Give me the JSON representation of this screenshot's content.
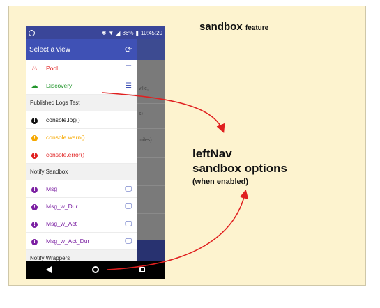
{
  "colors": {
    "accent_red": "#e02020",
    "warn": "#f6a800",
    "purple": "#7b1fa2",
    "green": "#22952c",
    "header": "#3f51b5"
  },
  "slide": {
    "title": "sandbox",
    "title_suffix": "feature",
    "callout": {
      "line1": "leftNav",
      "line2": "sandbox options",
      "line3": "(when enabled)"
    }
  },
  "status_bar": {
    "battery": "86%",
    "time": "10:45:20",
    "icons": [
      "bluetooth-icon",
      "wifi-icon",
      "signal-icon",
      "battery-icon"
    ]
  },
  "drawer": {
    "title": "Select a view",
    "header_icon": "refresh-icon",
    "views": [
      {
        "label": "Pool",
        "icon": "campfire-icon",
        "trail_icon": "tune-icon"
      },
      {
        "label": "Discovery",
        "icon": "cloud-icon",
        "trail_icon": "tune-icon"
      }
    ],
    "sections": [
      {
        "title": "Published Logs Test",
        "items": [
          {
            "label": "console.log()",
            "icon": "alert-circle-icon"
          },
          {
            "label": "console.warn()",
            "icon": "alert-circle-icon"
          },
          {
            "label": "console.error()",
            "icon": "alert-circle-icon"
          }
        ]
      },
      {
        "title": "Notify Sandbox",
        "items": [
          {
            "label": "Msg",
            "icon": "alert-circle-icon",
            "trail_icon": "monitor-icon"
          },
          {
            "label": "Msg_w_Dur",
            "icon": "alert-circle-icon",
            "trail_icon": "monitor-icon"
          },
          {
            "label": "Msg_w_Act",
            "icon": "alert-circle-icon",
            "trail_icon": "monitor-icon"
          },
          {
            "label": "Msg_w_Act_Dur",
            "icon": "alert-circle-icon",
            "trail_icon": "monitor-icon"
          }
        ]
      },
      {
        "title": "Notify Wrappers",
        "items": []
      }
    ]
  },
  "background_app": {
    "snippets": [
      "ville,",
      "s)",
      "miles)"
    ]
  },
  "nav_bar": {
    "icons": [
      "back-icon",
      "home-icon",
      "recents-icon"
    ]
  }
}
